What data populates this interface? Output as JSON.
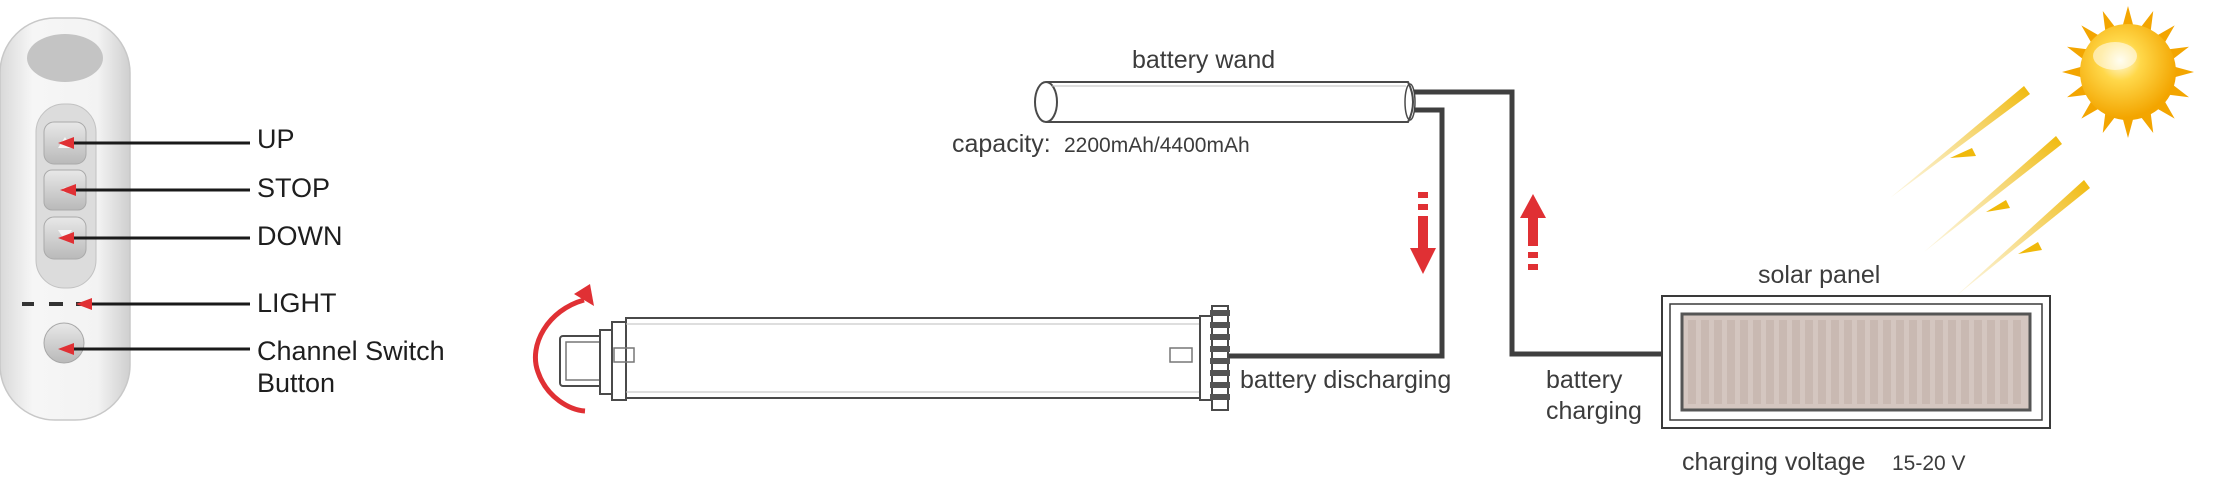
{
  "remote": {
    "labels": {
      "up": "UP",
      "stop": "STOP",
      "down": "DOWN",
      "light": "LIGHT",
      "channel_line1": "Channel Switch",
      "channel_line2": "Button"
    },
    "accent_color": "#e03034"
  },
  "battery": {
    "title": "battery wand",
    "capacity_label": "capacity:",
    "capacity_value": "2200mAh/4400mAh"
  },
  "motor": {
    "discharging_label": "battery discharging"
  },
  "solar": {
    "title": "solar panel",
    "charging_line1": "battery",
    "charging_line2": "charging",
    "voltage_label": "charging voltage",
    "voltage_value": "15-20 V"
  },
  "colors": {
    "arrow_red": "#e03034",
    "wire": "#3f3f3f",
    "sun": "#f6b800",
    "ray": "#f1c232",
    "panel_cell": "#c9b9b2"
  },
  "icons": {
    "sun": "sun-icon",
    "rotation": "rotation-arrow-icon",
    "flow_down": "flow-down-arrow-icon",
    "flow_up": "flow-up-arrow-icon"
  }
}
